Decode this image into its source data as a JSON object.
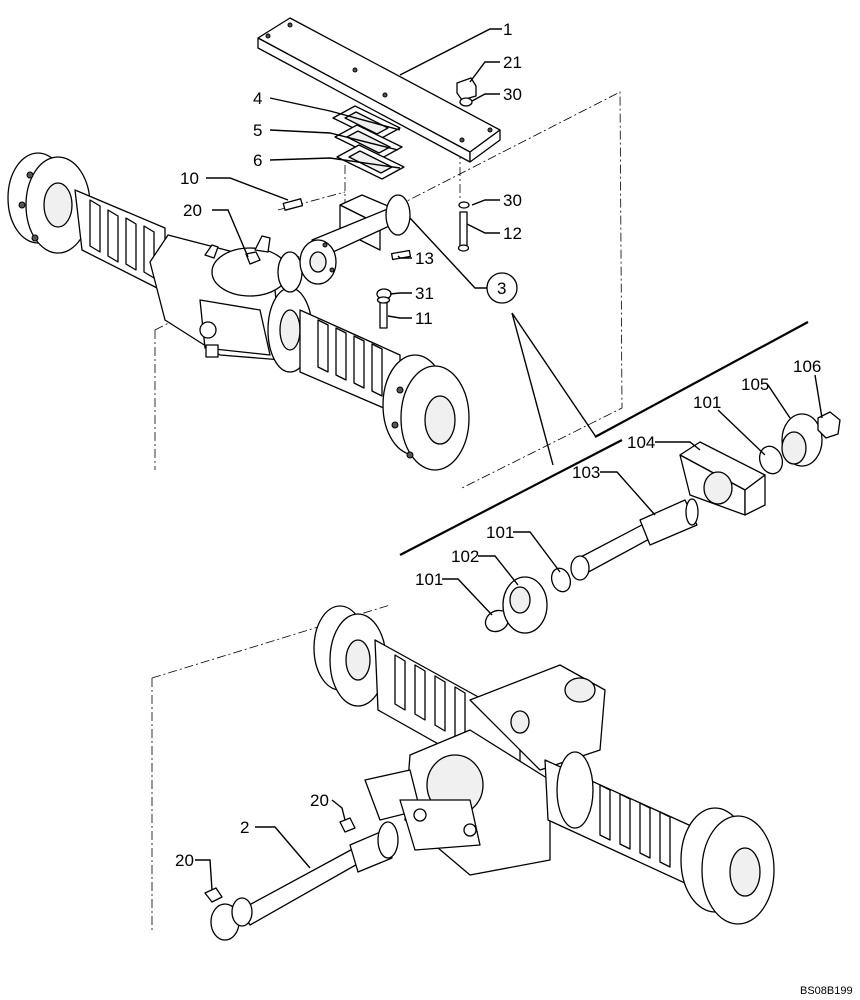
{
  "drawing_ref": "BS08B199",
  "callouts": {
    "c1": "1",
    "c21": "21",
    "c30a": "30",
    "c4": "4",
    "c5": "5",
    "c6": "6",
    "c10": "10",
    "c20a": "20",
    "c30b": "30",
    "c12": "12",
    "c13": "13",
    "c3": "3",
    "c31": "31",
    "c11": "11",
    "c106": "106",
    "c105": "105",
    "c101a": "101",
    "c104": "104",
    "c103": "103",
    "c101b": "101",
    "c102": "102",
    "c101c": "101",
    "c20b": "20",
    "c2": "2",
    "c20c": "20"
  }
}
